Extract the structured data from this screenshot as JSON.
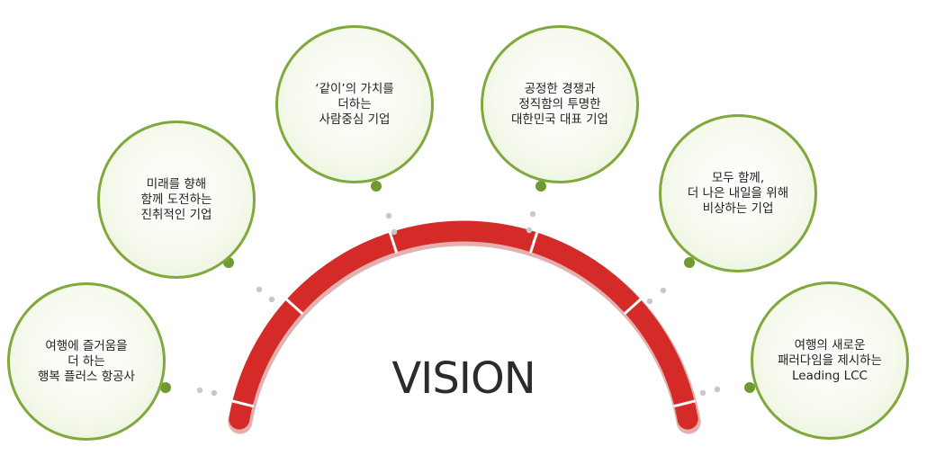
{
  "title": "VISION",
  "colors": {
    "arc": "#d42b28",
    "arc_dark": "#a81d1b",
    "bubble_border": "#7fa93c",
    "dot_green": "#6e9a2f",
    "dot_gray": "#c8c8c8"
  },
  "bubbles": [
    {
      "lines": [
        "여행에 즐거움을",
        "더 하는",
        "행복 플러스 항공사"
      ]
    },
    {
      "lines": [
        "미래를 향해",
        "함께 도전하는",
        "진취적인 기업"
      ]
    },
    {
      "lines": [
        "‘같이’의 가치를",
        "더하는",
        "사람중심 기업"
      ]
    },
    {
      "lines": [
        "공정한 경쟁과",
        "정직함의 투명한",
        "대한민국 대표 기업"
      ]
    },
    {
      "lines": [
        "모두 함께,",
        "더 나은 내일을 위해",
        "비상하는 기업"
      ]
    },
    {
      "lines": [
        "여행의 새로운",
        "패러다임을 제시하는",
        "Leading LCC"
      ]
    }
  ]
}
